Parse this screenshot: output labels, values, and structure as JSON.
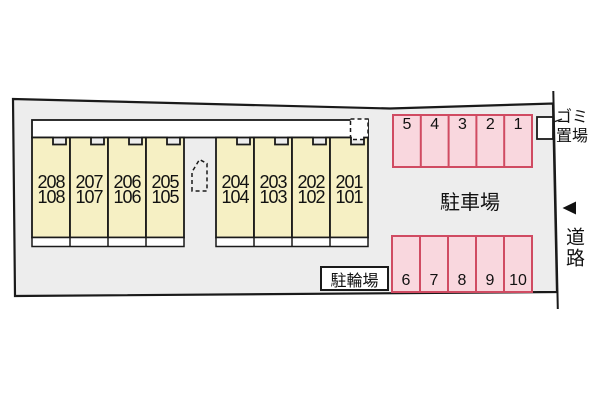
{
  "building": {
    "left_units": [
      {
        "upper": "208",
        "lower": "108"
      },
      {
        "upper": "207",
        "lower": "107"
      },
      {
        "upper": "206",
        "lower": "106"
      },
      {
        "upper": "205",
        "lower": "105"
      }
    ],
    "right_units": [
      {
        "upper": "204",
        "lower": "104"
      },
      {
        "upper": "203",
        "lower": "103"
      },
      {
        "upper": "202",
        "lower": "102"
      },
      {
        "upper": "201",
        "lower": "101"
      }
    ]
  },
  "parking": {
    "label": "駐車場",
    "top_row": [
      "5",
      "4",
      "3",
      "2",
      "1"
    ],
    "bottom_row": [
      "6",
      "7",
      "8",
      "9",
      "10"
    ]
  },
  "bicycle": {
    "label": "駐輪場"
  },
  "garbage": {
    "line1": "ゴミ",
    "line2": "置場"
  },
  "road": {
    "label": "道路"
  },
  "colors": {
    "site_fill": "#ededed",
    "unit_fill": "#f6f0c4",
    "parking_fill": "#f9d7de",
    "parking_border": "#d04b62",
    "outline": "#1a1a1a"
  }
}
